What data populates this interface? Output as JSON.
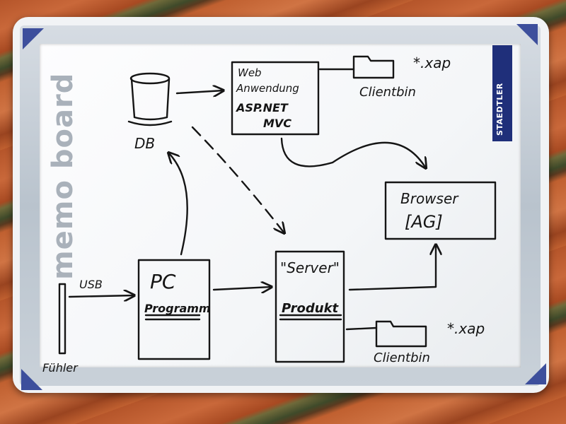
{
  "board": {
    "brand_text": "memo board",
    "logo_text": "STAEDTLER"
  },
  "diagram": {
    "db_label": "DB",
    "web_app_lines": [
      "Web",
      "Anwendung",
      "ASP.NET",
      "MVC"
    ],
    "clientbin_top": "Clientbin",
    "xap_top": "*.xap",
    "browser_lines": [
      "Browser",
      "[AG]"
    ],
    "pc_lines": [
      "PC",
      "Programm"
    ],
    "server_lines": [
      "\"Server\"",
      "Produkt"
    ],
    "clientbin_bottom": "Clientbin",
    "xap_bottom": "*.xap",
    "usb_label": "USB",
    "sensor_label": "Fühler"
  }
}
